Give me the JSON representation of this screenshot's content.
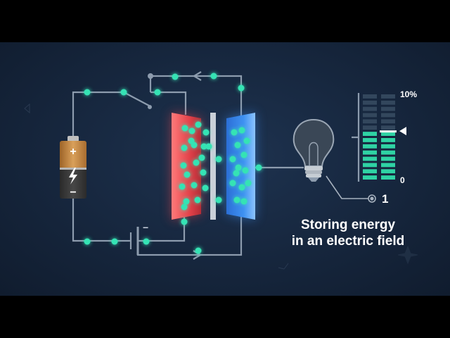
{
  "caption": {
    "line1": "Storing energy",
    "line2": "in an electric field"
  },
  "battery": {
    "plus": "+",
    "minus": "−"
  },
  "supply_symbol": {
    "minus": "−"
  },
  "meter": {
    "top_label": "10%",
    "bottom_label": "0",
    "level_fraction": 0.6
  },
  "callout": {
    "number": "1"
  },
  "colors": {
    "background": "#16263d",
    "wire": "#8d9cae",
    "charge": "#35e3b4",
    "positive_plate": "#e2424a",
    "negative_plate": "#3c8ff0",
    "battery_copper": "#c88a43",
    "meter_lit": "#2fd3a4"
  },
  "icons": [
    "battery-icon",
    "lightning-icon",
    "light-bulb-icon",
    "switch-icon",
    "arrow-icon"
  ]
}
